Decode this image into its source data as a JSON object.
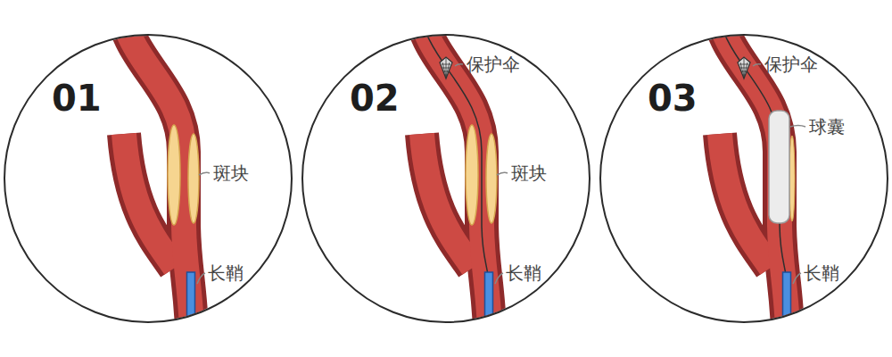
{
  "diagram": {
    "nodes": [
      {
        "text": [
          "01"
        ]
      },
      {
        "text": [
          "02"
        ]
      },
      {
        "text": [
          "03"
        ]
      }
    ],
    "labels": [
      "斑块",
      "长鞘",
      "保护伞",
      "斑块",
      "长鞘",
      "保护伞",
      "球囊",
      "长鞘"
    ]
  }
}
